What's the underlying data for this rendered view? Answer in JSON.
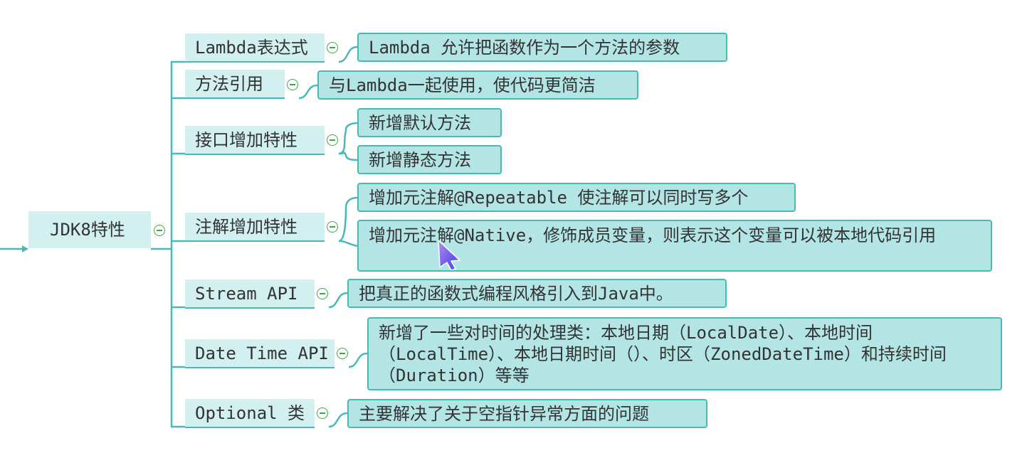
{
  "root": {
    "label": "JDK8特性"
  },
  "branches": [
    {
      "label": "Lambda表达式",
      "details": [
        "Lambda 允许把函数作为一个方法的参数"
      ]
    },
    {
      "label": "方法引用",
      "details": [
        "与Lambda一起使用，使代码更简洁"
      ]
    },
    {
      "label": "接口增加特性",
      "details": [
        "新增默认方法",
        "新增静态方法"
      ]
    },
    {
      "label": "注解增加特性",
      "details": [
        "增加元注解@Repeatable 使注解可以同时写多个",
        "增加元注解@Native，修饰成员变量，则表示这个变量可以被本地代码引用"
      ]
    },
    {
      "label": "Stream API",
      "details": [
        "把真正的函数式编程风格引入到Java中。"
      ]
    },
    {
      "label": "Date Time API",
      "details": [
        "新增了一些对时间的处理类：本地日期（LocalDate）、本地时间（LocalTime）、本地日期时间（）、时区（ZonedDateTime）和持续时间（Duration）等等"
      ]
    },
    {
      "label": "Optional 类",
      "details": [
        "主要解决了关于空指针异常方面的问题"
      ]
    }
  ],
  "colors": {
    "connector": "#49b9b6",
    "branch_fill": "#d3f0f0",
    "leaf_fill": "#b4e5e5",
    "collapse_icon": "#3aa843"
  },
  "icons": {
    "collapse": "minus-circle-icon",
    "cursor": "pointer-cursor-icon"
  }
}
